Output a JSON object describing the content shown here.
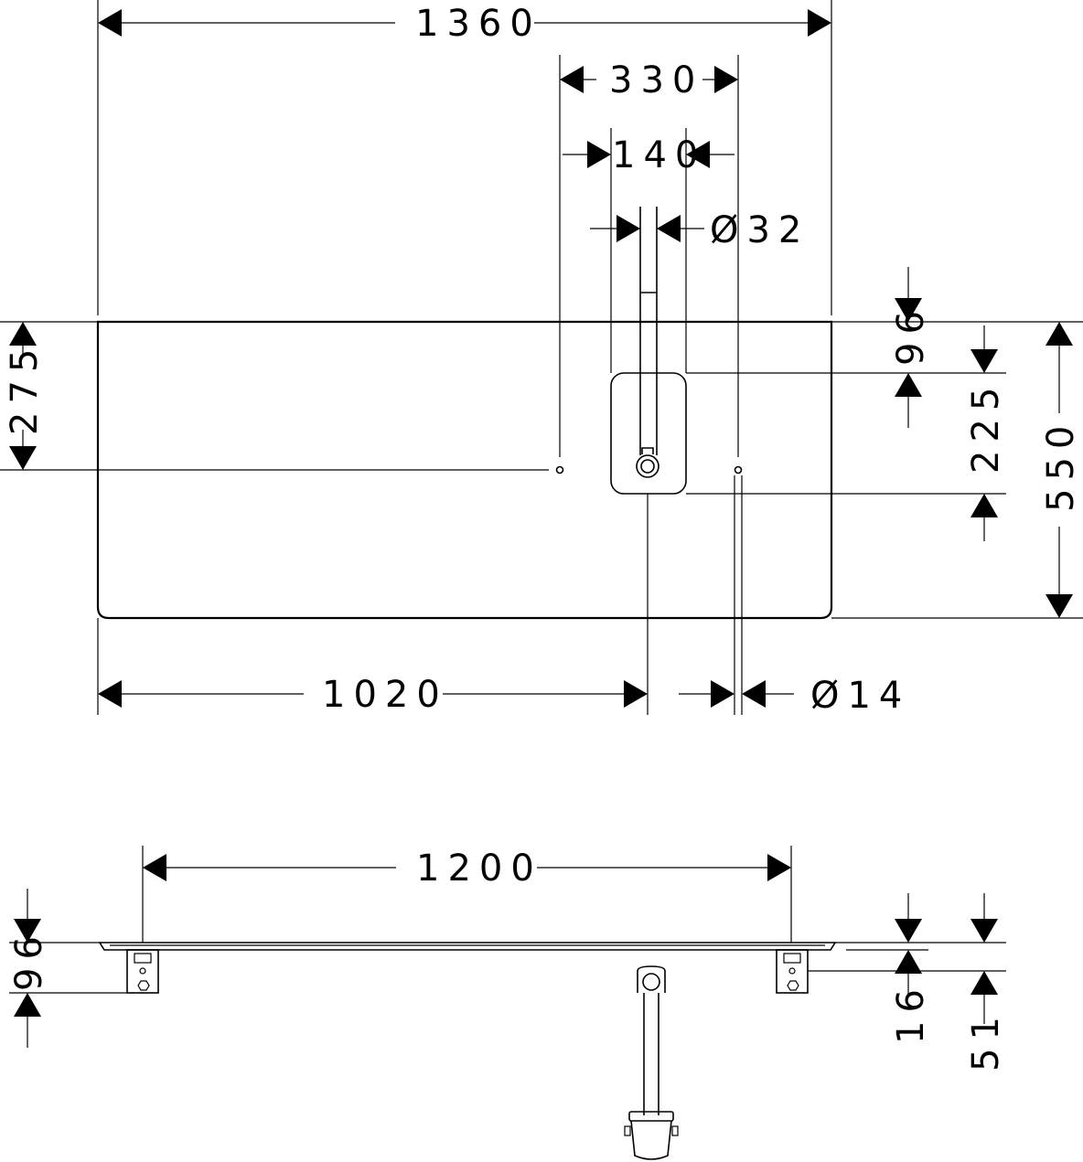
{
  "top_view": {
    "dimensions": {
      "overall_width": "1360",
      "overall_depth": "550",
      "tap_hole_spacing": "330",
      "tap_spacing": "140",
      "spout_diameter": "Ø32",
      "front_to_holes": "275",
      "offset_from_left": "1020",
      "hole_diameter": "Ø14",
      "top_offset": "96",
      "cutout_height": "225"
    }
  },
  "side_view": {
    "dimensions": {
      "bracket_spacing": "1200",
      "bracket_height": "96",
      "plate_thickness": "16",
      "overall_thickness": "51"
    }
  },
  "colors": {
    "line": "#000000",
    "background": "#ffffff"
  }
}
